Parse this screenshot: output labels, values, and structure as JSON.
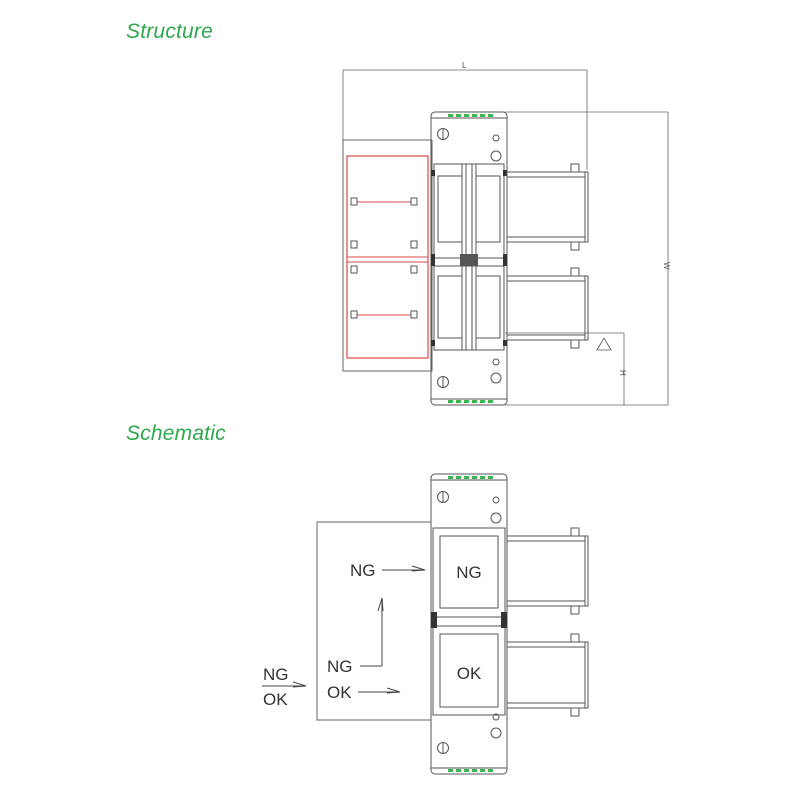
{
  "headings": {
    "structure": "Structure",
    "schematic": "Schematic"
  },
  "structure": {
    "dims": {
      "length": "L",
      "width": "W",
      "height": "H"
    }
  },
  "schematic": {
    "box_top": "NG",
    "box_bottom": "OK",
    "arrow_ng": "NG",
    "corner_ng": "NG",
    "arrow_ok": "OK",
    "input_ng": "NG",
    "input_ok": "OK"
  },
  "colors": {
    "heading": "#2fa84f",
    "tray_outline": "#d94a4a",
    "terminal_green": "#3ab54a"
  }
}
